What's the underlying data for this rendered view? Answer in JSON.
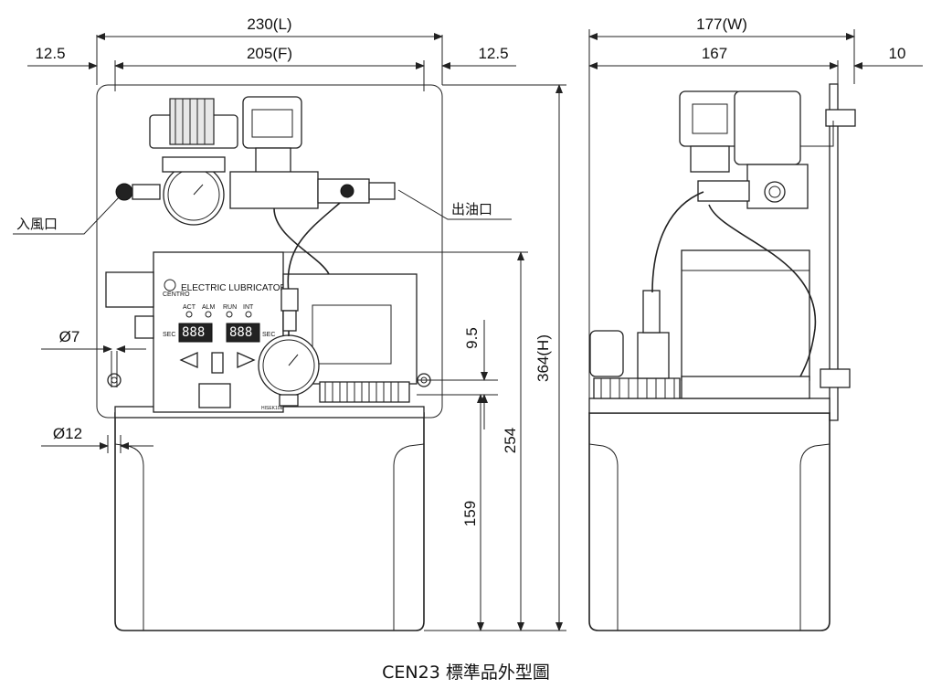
{
  "dimensions": {
    "length": "230(L)",
    "footprint": "205(F)",
    "offset_left": "12.5",
    "offset_right": "12.5",
    "width": "177(W)",
    "depth": "167",
    "bracket": "10",
    "height": "364(H)",
    "tank_height": "254",
    "tank_body": "159",
    "hole_spacing": "9.5",
    "hole_small": "Ø7",
    "hole_large": "Ø12"
  },
  "labels": {
    "air_inlet": "入風口",
    "oil_outlet": "出油口"
  },
  "panel": {
    "title": "ELECTRIC LUBRICATOR",
    "indicators": [
      "ACT",
      "ALM",
      "RUN",
      "INT"
    ],
    "sec_left": "SEC",
    "sec_right": "SEC",
    "model_code": "HISEK108",
    "brand": "CENTRO"
  },
  "caption": "CEN23 標準品外型圖"
}
